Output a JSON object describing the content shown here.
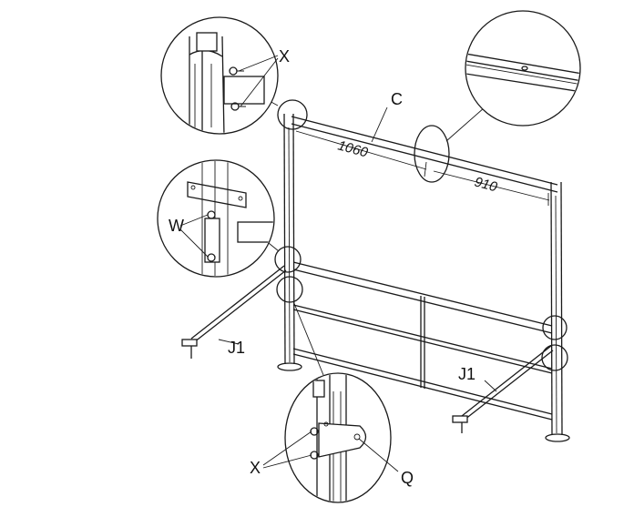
{
  "labels": {
    "x_top": "X",
    "c": "C",
    "w": "W",
    "j1_left": "J1",
    "j1_right": "J1",
    "x_bottom": "X",
    "q": "Q"
  },
  "dimensions": {
    "width_1": "1060",
    "width_2": "910"
  },
  "icons": [
    "magnifier-circle",
    "post",
    "rail",
    "bracket",
    "screw",
    "brace-foot"
  ]
}
